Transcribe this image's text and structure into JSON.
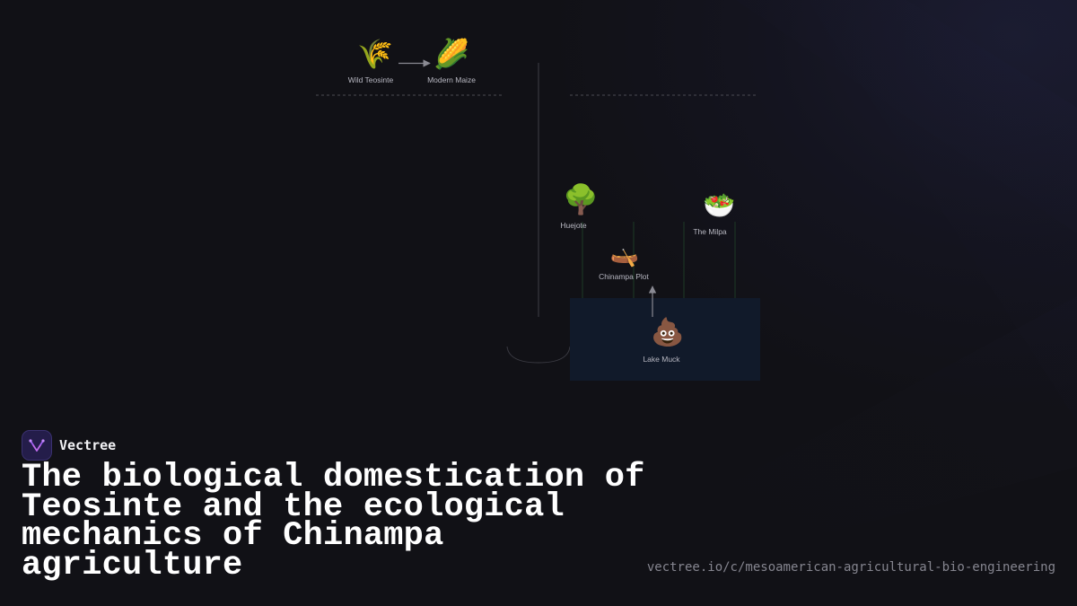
{
  "diagram": {
    "nodes": [
      {
        "id": "wild-teosinte",
        "label": "Wild Teosinte",
        "icon": "wheat-sheaf-icon",
        "glyph": "🌾"
      },
      {
        "id": "modern-maize",
        "label": "Modern Maize",
        "icon": "corn-icon",
        "glyph": "🌽"
      },
      {
        "id": "huejote",
        "label": "Huejote",
        "icon": "tree-icon",
        "glyph": "🌳"
      },
      {
        "id": "the-milpa",
        "label": "The Milpa",
        "icon": "salad-bowl-icon",
        "glyph": "🥗"
      },
      {
        "id": "chinampa-plot",
        "label": "Chinampa Plot",
        "icon": "canoe-icon",
        "glyph": "🛶"
      },
      {
        "id": "lake-muck",
        "label": "Lake Muck",
        "icon": "muck-pile-icon",
        "glyph": "💩"
      }
    ],
    "edges": [
      {
        "from": "wild-teosinte",
        "to": "modern-maize"
      },
      {
        "from": "lake-muck",
        "to": "chinampa-plot"
      }
    ],
    "colors": {
      "lake_panel": "#111a2a",
      "line": "#5a5a63",
      "dashed": "#4a4a52",
      "stakes": "#1d3a26"
    }
  },
  "brand": {
    "name": "Vectree",
    "logo_icon": "vectree-logo-icon"
  },
  "headline": "The biological domestication of Teosinte and the ecological mechanics of Chinampa agriculture",
  "url": "vectree.io/c/mesoamerican-agricultural-bio-engineering"
}
